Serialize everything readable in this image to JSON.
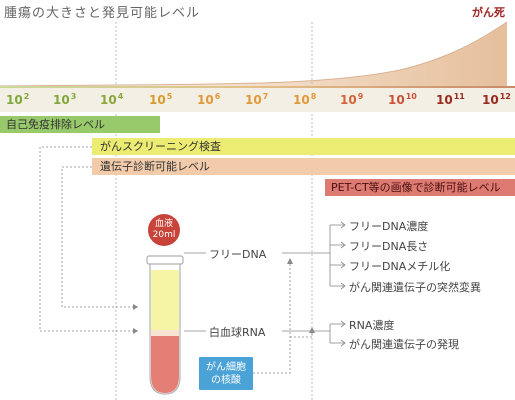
{
  "title": "腫瘍の大きさと発見可能レベル",
  "death_label": "がん死",
  "scale": [
    {
      "base": "10",
      "exp": "2",
      "color": "#7fa83a"
    },
    {
      "base": "10",
      "exp": "3",
      "color": "#7fa83a"
    },
    {
      "base": "10",
      "exp": "4",
      "color": "#8aa83a"
    },
    {
      "base": "10",
      "exp": "5",
      "color": "#d79a2e"
    },
    {
      "base": "10",
      "exp": "6",
      "color": "#e09a3a"
    },
    {
      "base": "10",
      "exp": "7",
      "color": "#e09a3a"
    },
    {
      "base": "10",
      "exp": "8",
      "color": "#e09a3a"
    },
    {
      "base": "10",
      "exp": "9",
      "color": "#d2633b"
    },
    {
      "base": "10",
      "exp": "10",
      "color": "#c9503a"
    },
    {
      "base": "10",
      "exp": "11",
      "color": "#9a2a1f"
    },
    {
      "base": "10",
      "exp": "12",
      "color": "#9a2a1f"
    }
  ],
  "bands": {
    "immune": "自己免疫排除レベル",
    "screening": "がんスクリーニング検査",
    "gene_diagnosis": "遺伝子診断可能レベル",
    "petct": "PET-CT等の画像で診断可能レベル"
  },
  "blood": {
    "line1": "血液",
    "line2": "20ml"
  },
  "free_dna": "フリーDNA",
  "wbc_rna": "白血球RNA",
  "free_dna_items": [
    "フリーDNA濃度",
    "フリーDNA長さ",
    "フリーDNAメチル化",
    "がん関連遺伝子の突然変異"
  ],
  "rna_items": [
    "RNA濃度",
    "がん関連遺伝子の発現"
  ],
  "cancer_cell": {
    "line1": "がん細胞",
    "line2": "の核酸"
  },
  "colors": {
    "curve_fill": "#e9c7a6",
    "immune": "#98c96a",
    "screening": "#ecec72",
    "gene": "#f1cbaa",
    "petct": "#dd7a72",
    "badge": "#c8443a",
    "cancer_box": "#4aa2d6"
  }
}
